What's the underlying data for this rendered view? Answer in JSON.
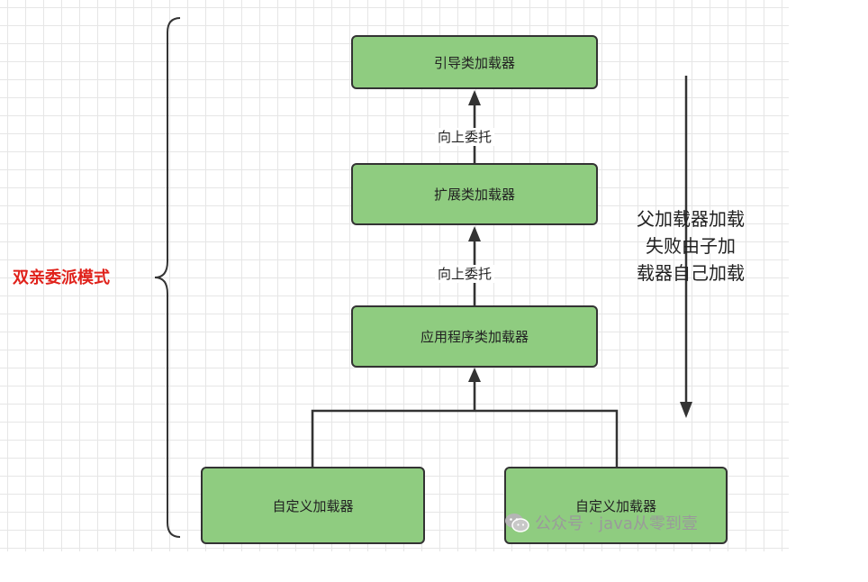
{
  "diagram": {
    "pattern_title": "双亲委派模式",
    "nodes": {
      "bootstrap": "引导类加载器",
      "extension": "扩展类加载器",
      "application": "应用程序类加载器",
      "custom_left": "自定义加载器",
      "custom_right": "自定义加载器"
    },
    "edge_labels": {
      "ext_to_bootstrap": "向上委托",
      "app_to_ext": "向上委托"
    },
    "side_note_lines": [
      "父加载器加载",
      "失败由子加",
      "载器自己加载"
    ]
  },
  "watermark": {
    "icon": "wechat-icon",
    "text": "公众号 · java从零到壹"
  },
  "colors": {
    "node_fill": "#8fcc80",
    "node_border": "#333333",
    "title_red": "#e0221b",
    "watermark_gray": "#9a9a9a"
  }
}
